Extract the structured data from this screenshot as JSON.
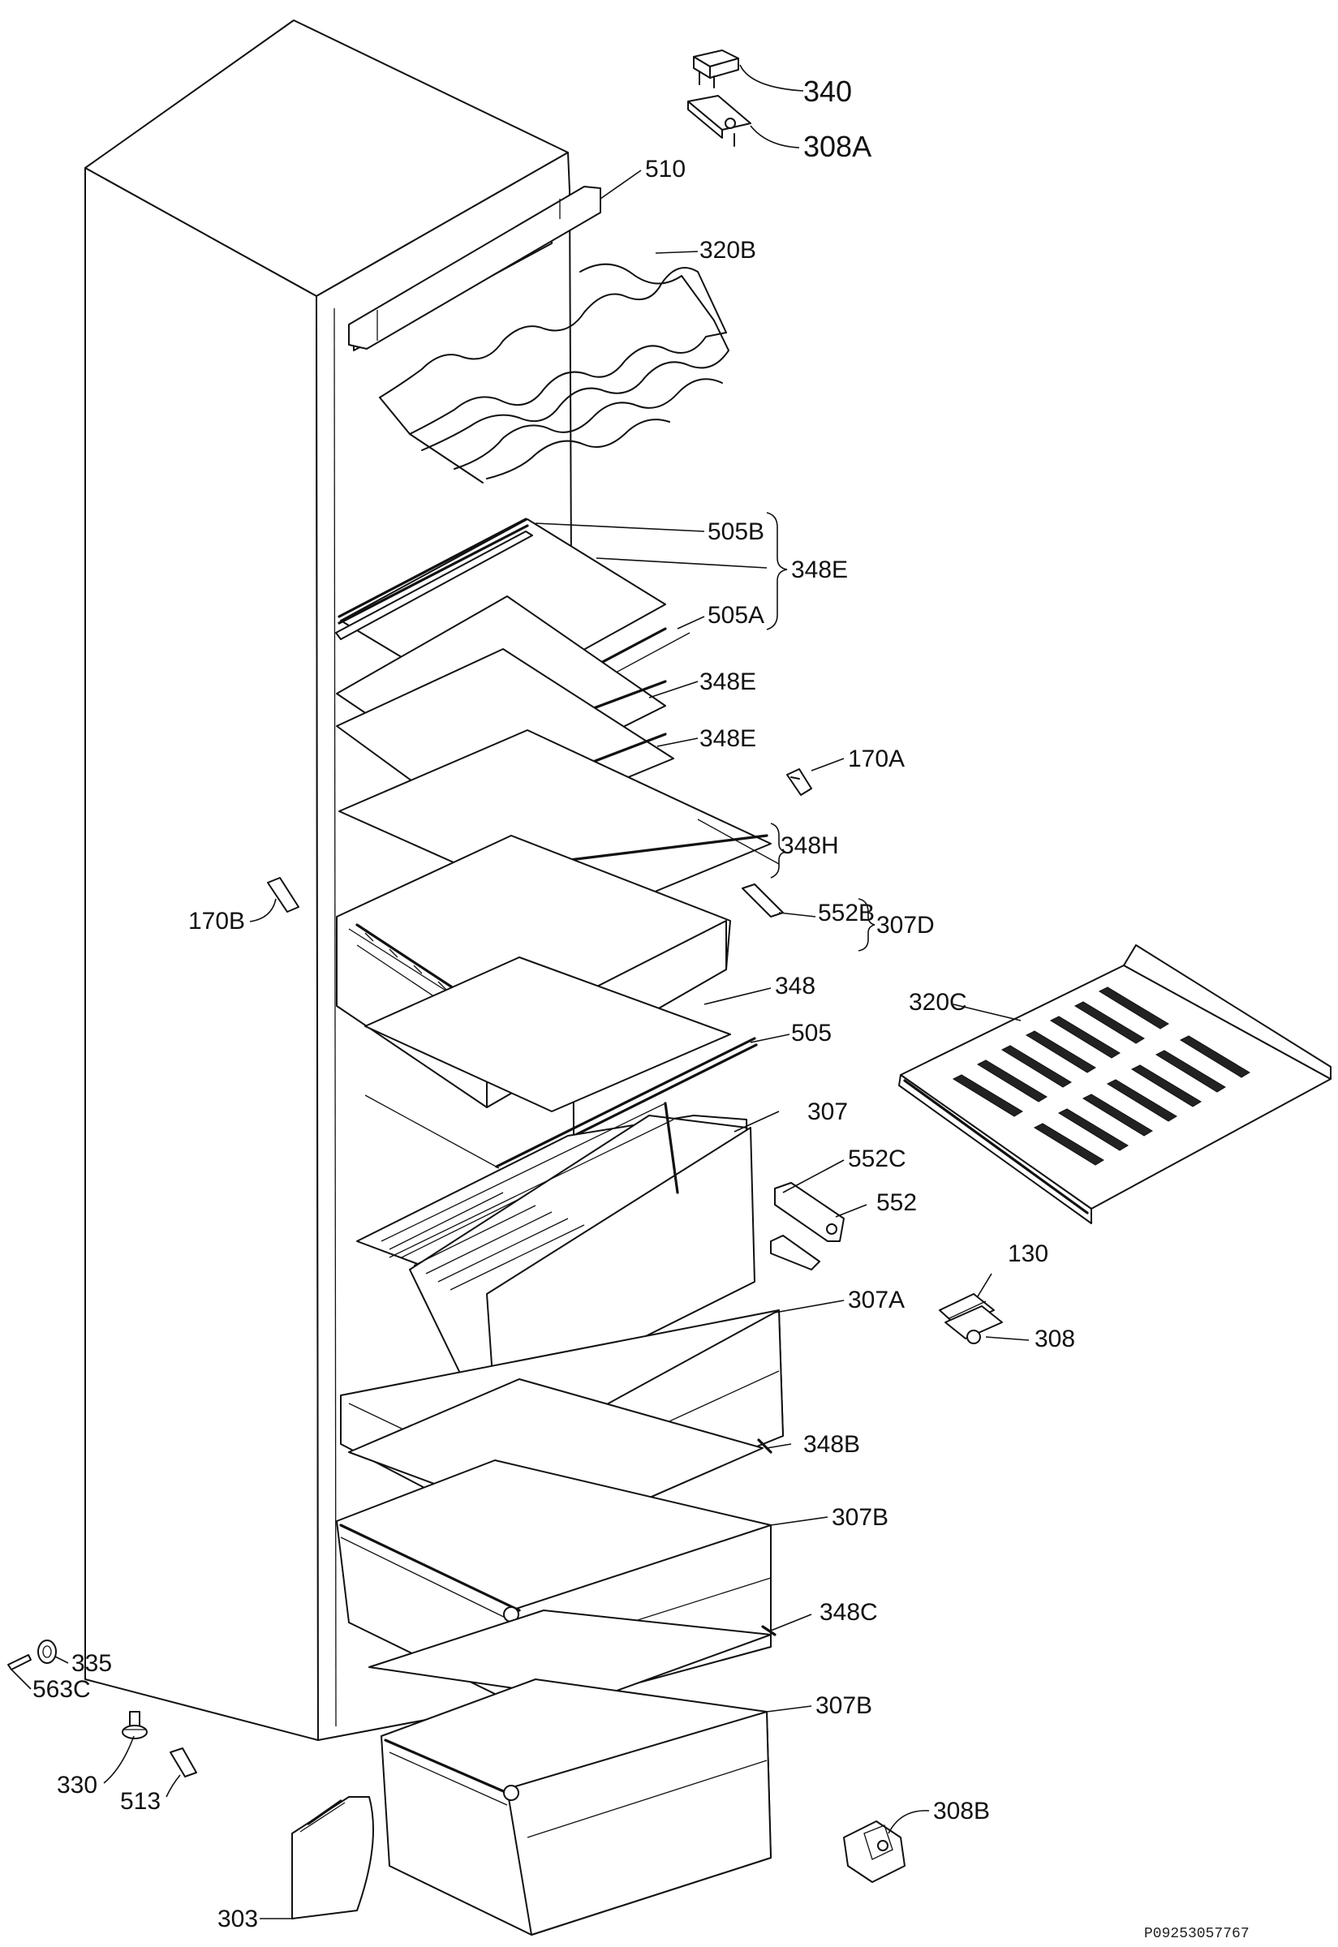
{
  "diagram": {
    "code": "P09253057767",
    "labels": {
      "l340": "340",
      "l308A": "308A",
      "l510": "510",
      "l320B": "320B",
      "l505B": "505B",
      "l348E_a": "348E",
      "l505A": "505A",
      "l348E_b": "348E",
      "l348E_c": "348E",
      "l170A": "170A",
      "l348H": "348H",
      "l170B": "170B",
      "l552B": "552B",
      "l307D": "307D",
      "l348": "348",
      "l320C": "320C",
      "l505": "505",
      "l307": "307",
      "l552C": "552C",
      "l552": "552",
      "l130": "130",
      "l308": "308",
      "l307A": "307A",
      "l348B": "348B",
      "l307B_a": "307B",
      "l348C": "348C",
      "l335": "335",
      "l563C": "563C",
      "l307B_b": "307B",
      "l330": "330",
      "l513": "513",
      "l308B": "308B",
      "l303": "303"
    }
  }
}
